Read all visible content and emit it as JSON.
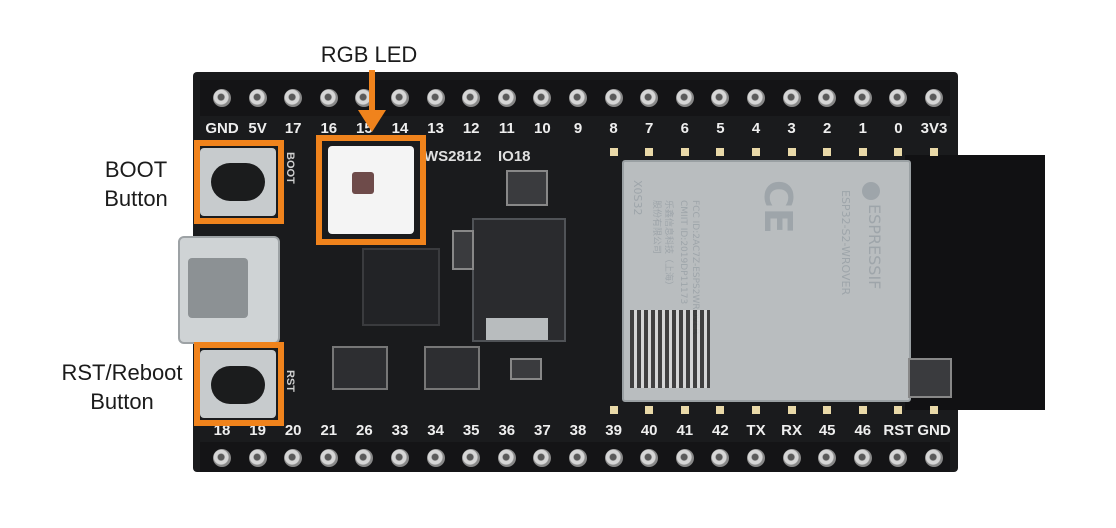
{
  "annotations": {
    "rgb_led": "RGB LED",
    "boot_line1": "BOOT",
    "boot_line2": "Button",
    "rst_line1": "RST/Reboot",
    "rst_line2": "Button"
  },
  "pins_top": [
    "GND",
    "5V",
    "17",
    "16",
    "15",
    "14",
    "13",
    "12",
    "11",
    "10",
    "9",
    "8",
    "7",
    "6",
    "5",
    "4",
    "3",
    "2",
    "1",
    "0",
    "3V3"
  ],
  "pins_bottom": [
    "18",
    "19",
    "20",
    "21",
    "26",
    "33",
    "34",
    "35",
    "36",
    "37",
    "38",
    "39",
    "40",
    "41",
    "42",
    "TX",
    "RX",
    "45",
    "46",
    "RST",
    "GND"
  ],
  "silkscreen": {
    "ws2812": "WS2812",
    "io18": "IO18",
    "boot": "BOOT",
    "rst": "RST"
  },
  "module": {
    "brand": "ESPRESSIF",
    "model": "ESP32-S2-WROVER",
    "ce": "CE",
    "fcc": "FCC ID:2AC7Z-ESPS2WROVER",
    "cmiit": "CMIIT ID:2019DP11173",
    "cn1": "乐鑫信息科技（上海）",
    "cn2": "股份有限公司",
    "side": "X0S32"
  },
  "colors": {
    "board": "#1a1b1d",
    "highlight": "#f0831c",
    "shield": "#b9bdbf",
    "pin_label": "#eeeeee"
  }
}
